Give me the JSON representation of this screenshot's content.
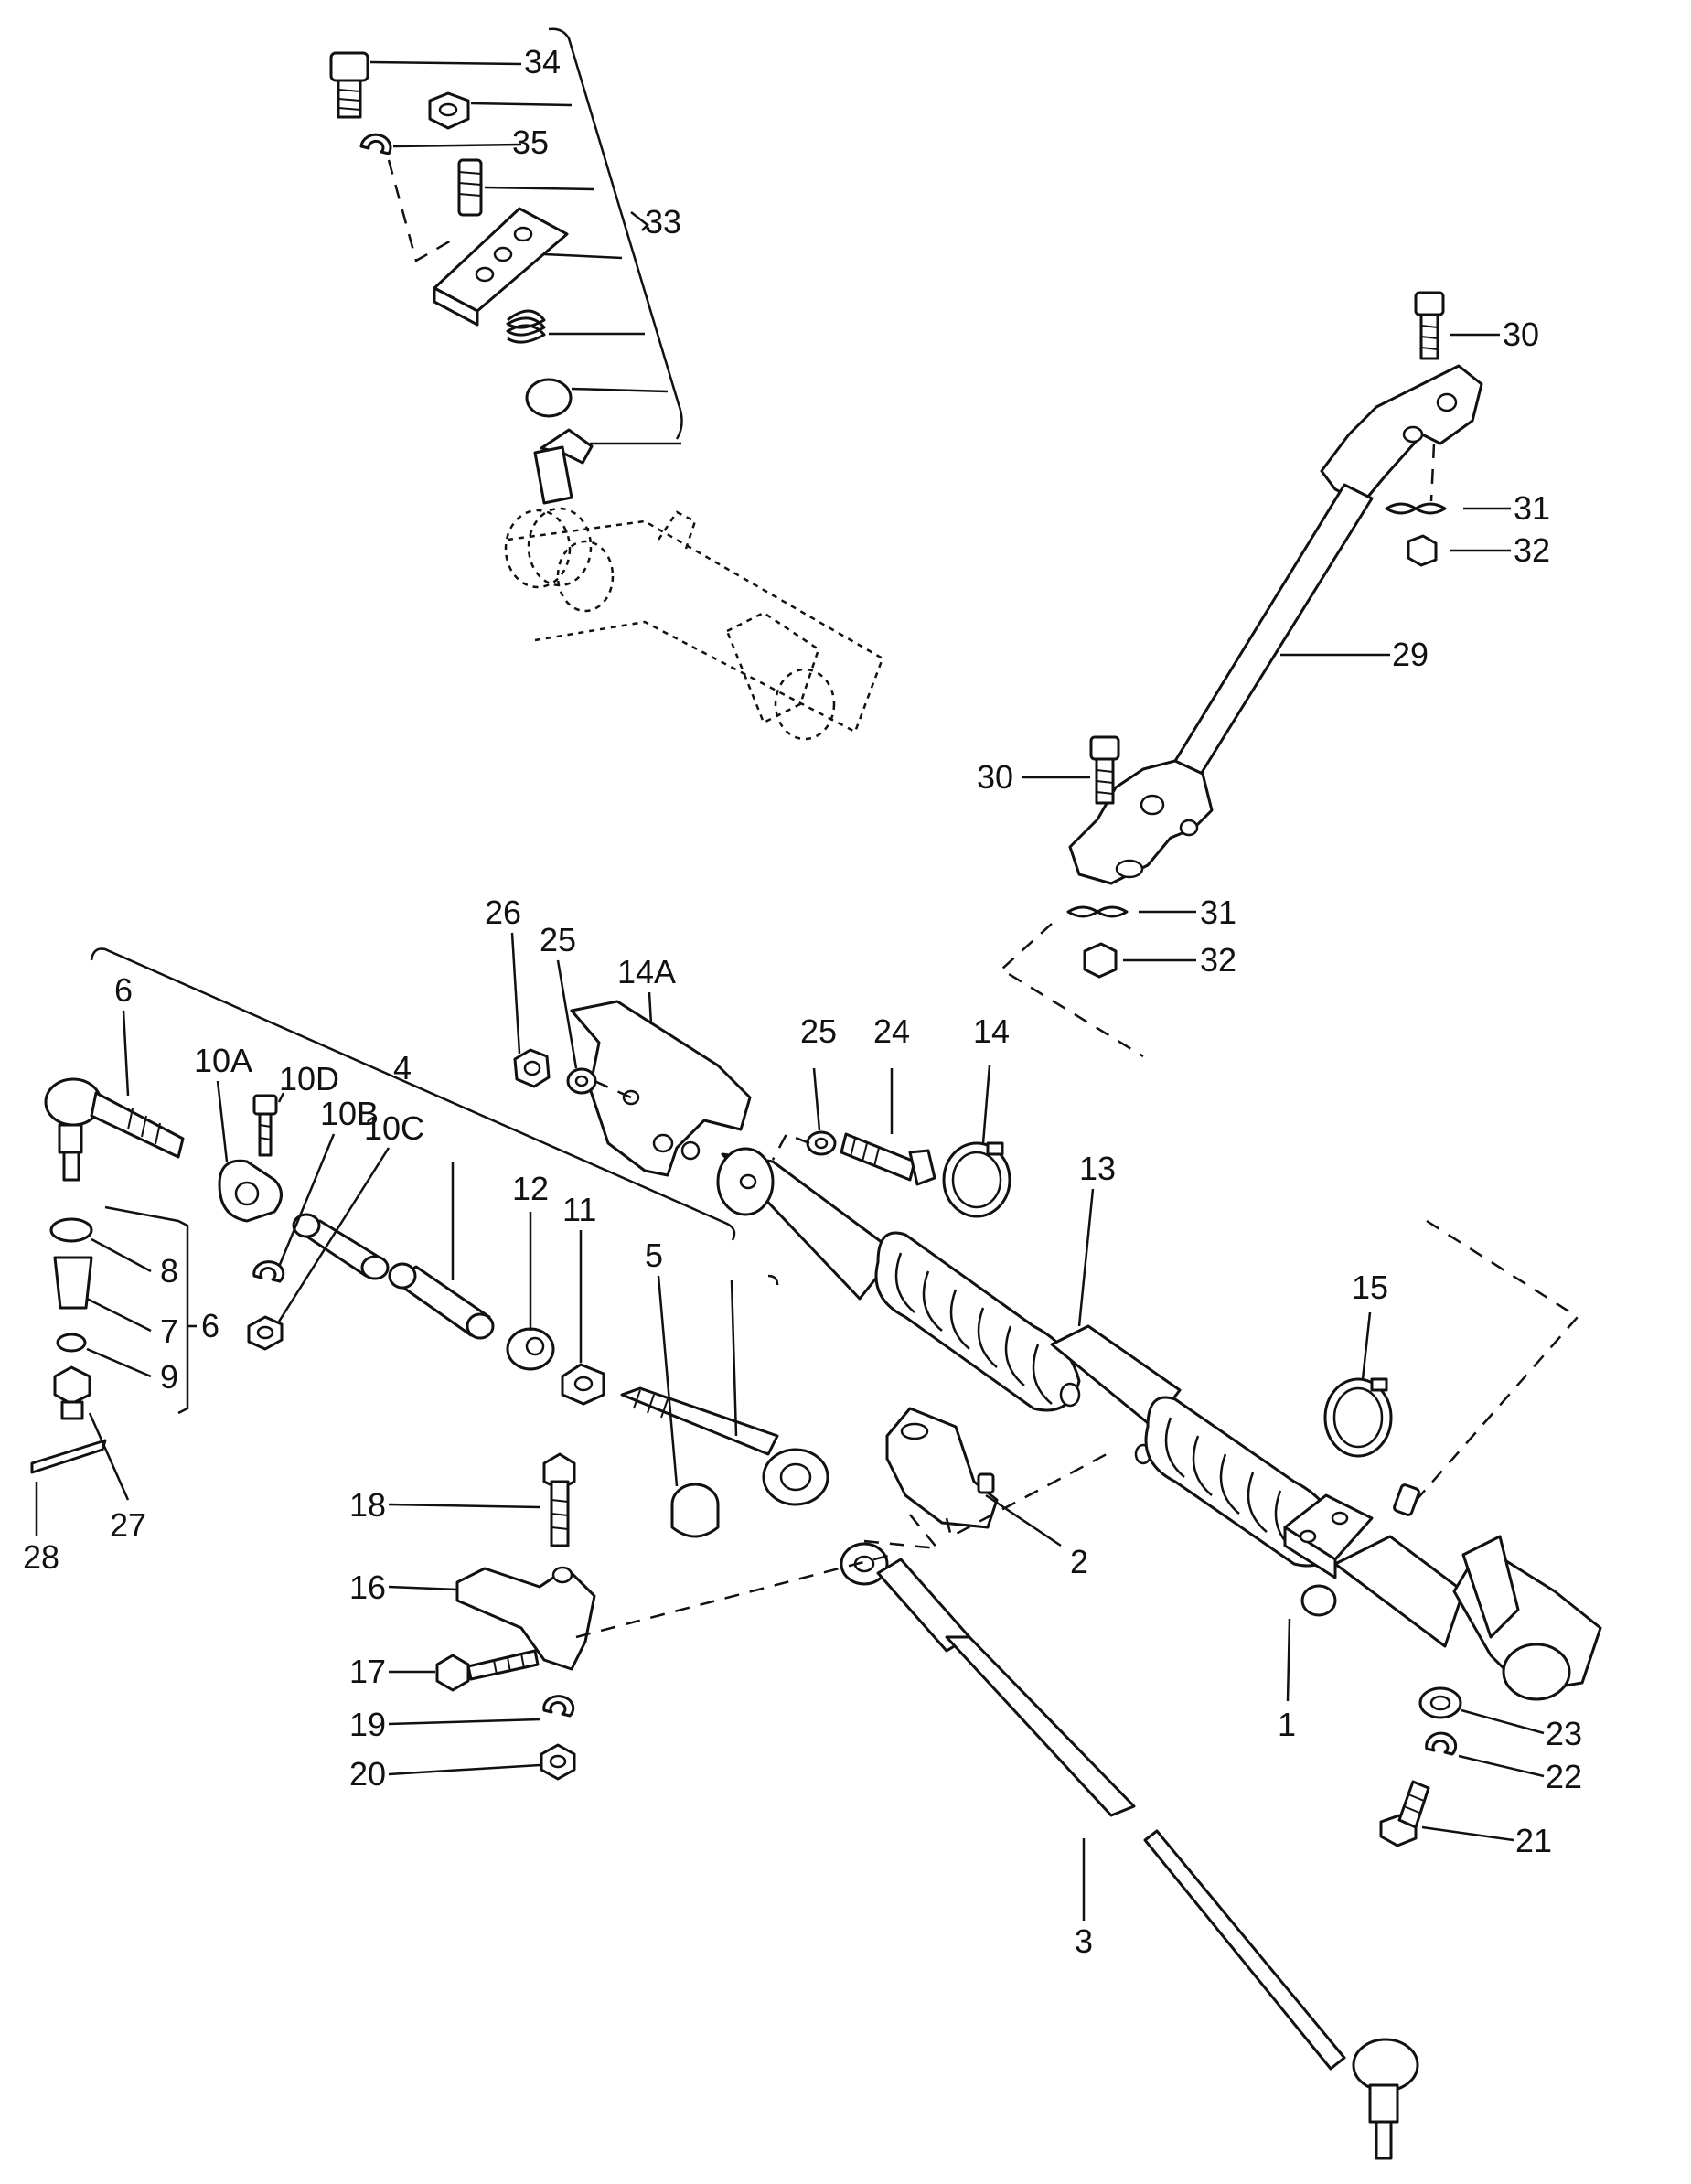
{
  "diagram": {
    "kind": "exploded parts diagram",
    "labels": {
      "l1": "1",
      "l2": "2",
      "l3": "3",
      "l4": "4",
      "l5": "5",
      "l6a": "6",
      "l6b": "6",
      "l7": "7",
      "l8": "8",
      "l9": "9",
      "l10a": "10A",
      "l10b": "10B",
      "l10c": "10C",
      "l10d": "10D",
      "l11": "11",
      "l12": "12",
      "l13": "13",
      "l14": "14",
      "l14a": "14A",
      "l15": "15",
      "l16": "16",
      "l17": "17",
      "l18": "18",
      "l19": "19",
      "l20": "20",
      "l21": "21",
      "l22": "22",
      "l23": "23",
      "l24": "24",
      "l25a": "25",
      "l25b": "25",
      "l26": "26",
      "l27": "27",
      "l28": "28",
      "l29": "29",
      "l30a": "30",
      "l30b": "30",
      "l31a": "31",
      "l31b": "31",
      "l32a": "32",
      "l32b": "32",
      "l33": "33",
      "l34": "34",
      "l35": "35"
    }
  }
}
